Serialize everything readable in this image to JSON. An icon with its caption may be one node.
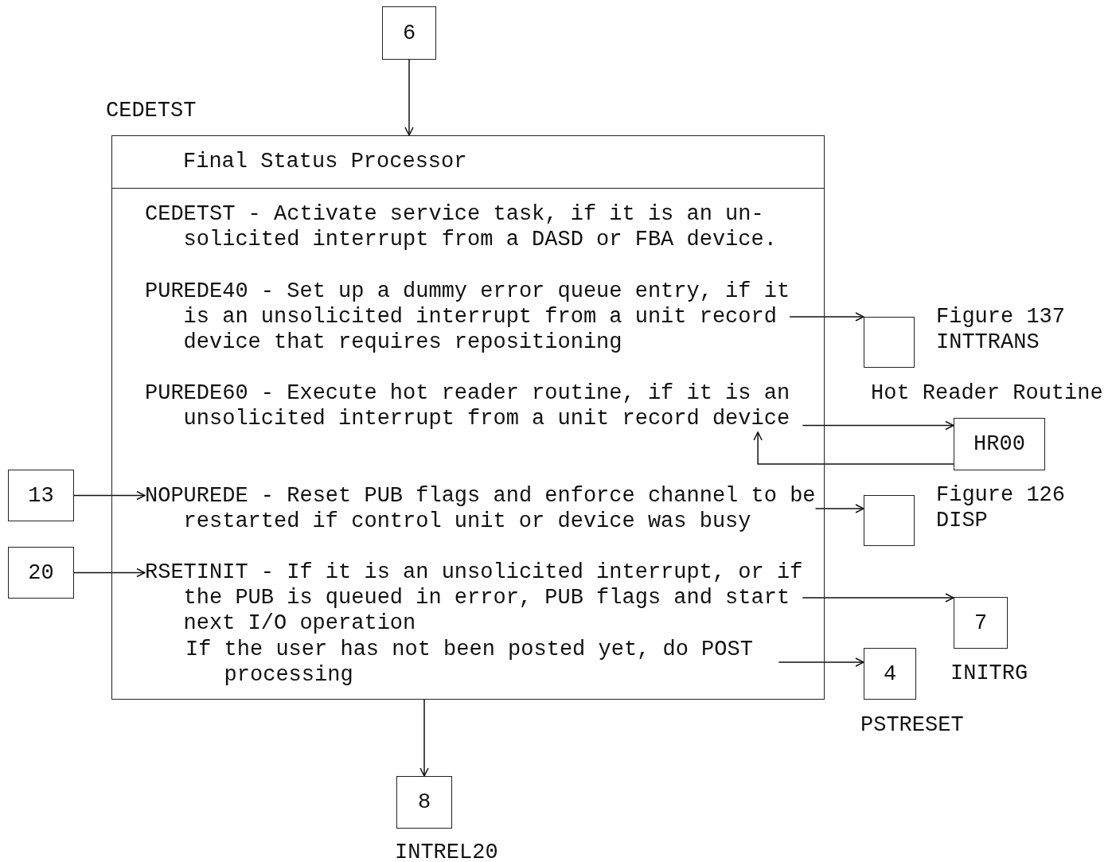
{
  "diagram": {
    "nodes": [
      {
        "text": [
          "6"
        ]
      },
      {
        "text": [
          "CEDETST",
          "Final Status Processor"
        ]
      },
      {
        "text": [
          "CEDETST - Activate service task, if it is an un- solicited interrupt from a DASD or FBA device."
        ],
        "in": 1
      },
      {
        "text": [
          "PUREDE40 - Set up a dummy error queue entry, if it is an unsolicited interrupt from a unit record device that requires repositioning"
        ],
        "in": 1
      },
      {
        "text": [
          "PUREDE60 - Execute hot reader routine, if it is an unsolicited interrupt from a unit record device"
        ],
        "in": 1
      },
      {
        "text": [
          "NOPUREDE - Reset PUB flags and enforce channel to be restarted if control unit or device was busy"
        ],
        "in": 1
      },
      {
        "text": [
          "RSETINIT - If it is an unsolicited interrupt, or if the PUB is queued in error, PUB flags and start next I/O operation"
        ],
        "in": 1
      },
      {
        "text": [
          "If the user has not been posted yet, do POST processing"
        ],
        "in": 1
      },
      {
        "text": [
          "13"
        ]
      },
      {
        "text": [
          "20"
        ]
      },
      {
        "text": [],
        "shape": "box",
        "beside": [
          "Figure 137",
          "INTTRANS"
        ]
      },
      {
        "text": [
          "HR00"
        ],
        "beside": [
          "Hot Reader Routine"
        ]
      },
      {
        "text": [],
        "shape": "box",
        "beside": [
          "Figure 126",
          "DISP"
        ]
      },
      {
        "text": [
          "7"
        ],
        "beside": [
          "INITRG"
        ]
      },
      {
        "text": [
          "4"
        ],
        "beside": [
          "PSTRESET"
        ]
      },
      {
        "text": [
          "8"
        ],
        "beside": [
          "INTREL20"
        ]
      }
    ],
    "edges": [
      {
        "from": 0,
        "to": 1,
        "arrow": "to"
      },
      {
        "from": 3,
        "to": 10,
        "arrow": "to"
      },
      {
        "from": 4,
        "to": 11,
        "arrow": "to"
      },
      {
        "from": 11,
        "to": 4,
        "arrow": "to"
      },
      {
        "from": 8,
        "to": 5,
        "arrow": "to"
      },
      {
        "from": 5,
        "to": 12,
        "arrow": "to"
      },
      {
        "from": 9,
        "to": 6,
        "arrow": "to"
      },
      {
        "from": 6,
        "to": 13,
        "arrow": "to"
      },
      {
        "from": 7,
        "to": 14,
        "arrow": "to"
      },
      {
        "from": 1,
        "to": 15,
        "arrow": "to"
      }
    ]
  }
}
